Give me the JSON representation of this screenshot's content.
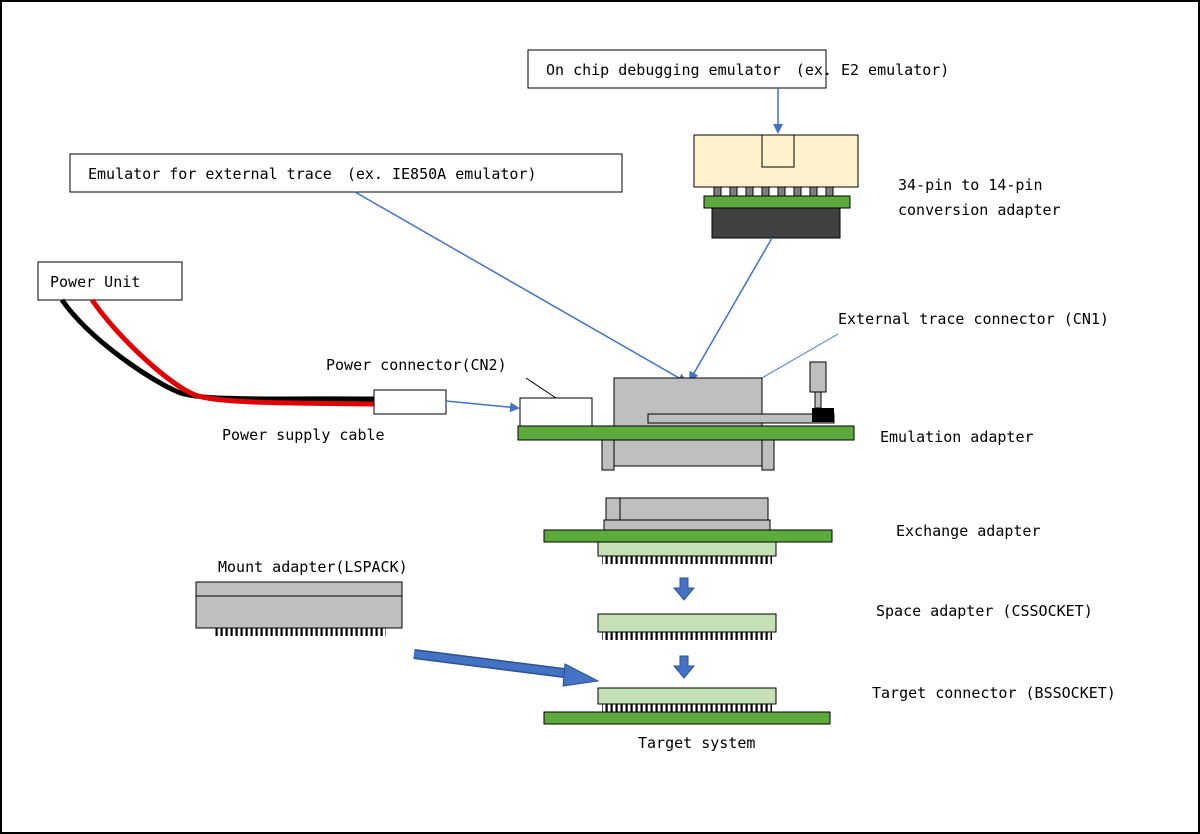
{
  "labels": {
    "on_chip_emulator": "On chip debugging emulator　(ex. E2 emulator)",
    "external_trace_emulator": "Emulator for external trace　(ex. IE850A emulator)",
    "conversion_adapter_line1": "34-pin to 14-pin",
    "conversion_adapter_line2": "conversion adapter",
    "power_unit": "Power Unit",
    "power_connector": "Power connector(CN2)",
    "external_trace_connector": "External trace connector (CN1)",
    "power_supply_cable": "Power supply cable",
    "emulation_adapter": "Emulation adapter",
    "exchange_adapter": "Exchange adapter",
    "mount_adapter": "Mount adapter(LSPACK)",
    "space_adapter": "Space adapter (CSSOCKET)",
    "target_connector": "Target connector (BSSOCKET)",
    "target_system": "Target system"
  },
  "colors": {
    "pcb_green": "#5cab3c",
    "light_green": "#c5e0b4",
    "connector_gray": "#bfbfbf",
    "dark_gray": "#404040",
    "cream": "#fff2cc",
    "arrow_blue": "#4472c4",
    "cable_red": "#e00000",
    "cable_black": "#000000"
  }
}
